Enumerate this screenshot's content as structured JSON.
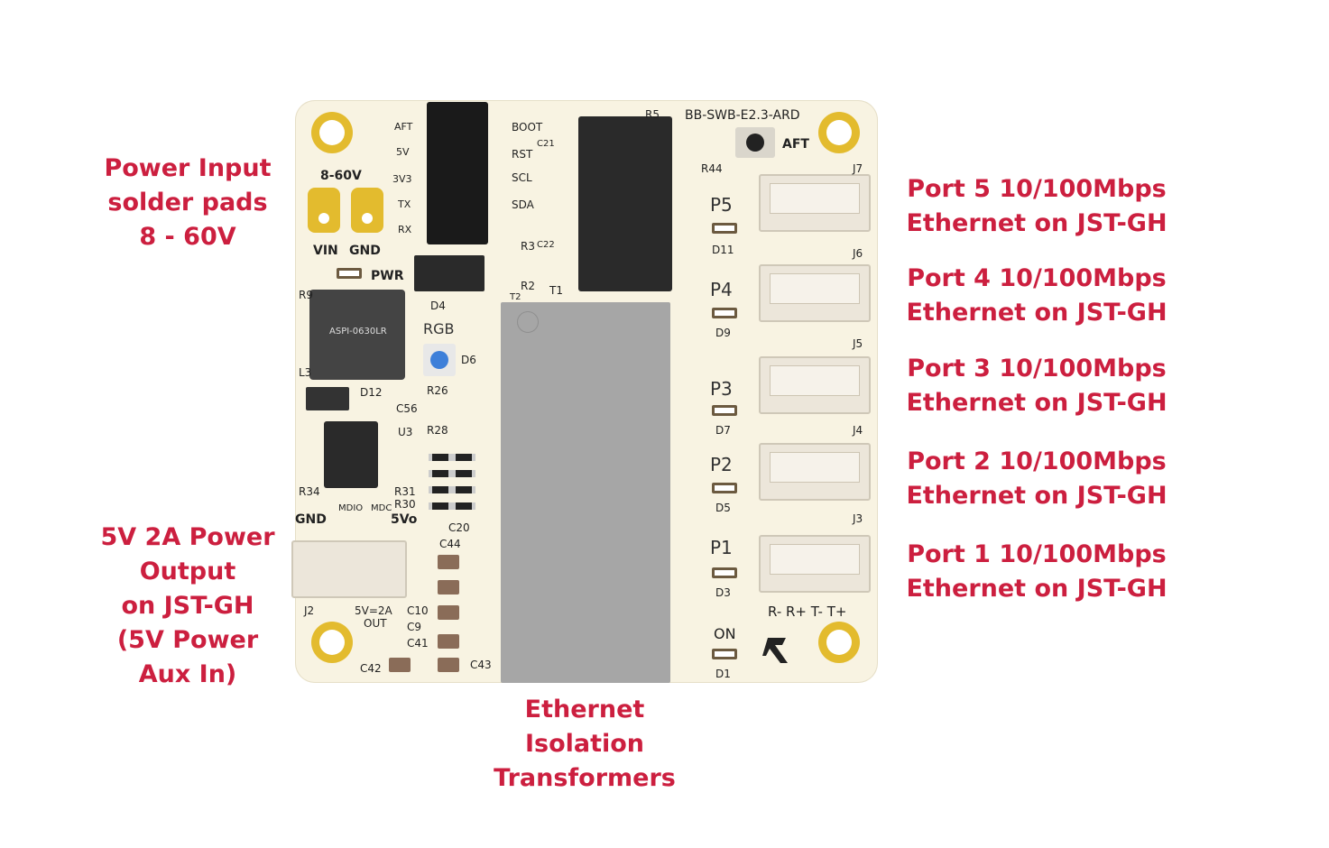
{
  "callouts": {
    "power_input": [
      "Power Input",
      "solder pads",
      "8 - 60V"
    ],
    "power_output": [
      "5V 2A Power",
      "Output",
      "on JST-GH",
      "(5V Power",
      "Aux In)"
    ],
    "transformers": [
      "Ethernet",
      "Isolation",
      "Transformers"
    ],
    "ports": [
      {
        "line1": "Port 5 10/100Mbps",
        "line2": "Ethernet on JST-GH"
      },
      {
        "line1": "Port 4 10/100Mbps",
        "line2": "Ethernet on JST-GH"
      },
      {
        "line1": "Port 3 10/100Mbps",
        "line2": "Ethernet on JST-GH"
      },
      {
        "line1": "Port 2 10/100Mbps",
        "line2": "Ethernet on JST-GH"
      },
      {
        "line1": "Port 1 10/100Mbps",
        "line2": "Ethernet on JST-GH"
      }
    ]
  },
  "board": {
    "name": "BB-SWB-E2.3-ARD",
    "inductor_text": "ASPI-0630LR",
    "silkscreen": {
      "voltage": "8-60V",
      "vin": "VIN",
      "gnd": "GND",
      "pwr": "PWR",
      "rgb": "RGB",
      "aft": "AFT",
      "boot": "BOOT",
      "rst": "RST",
      "scl": "SCL",
      "sda": "SDA",
      "hdr_aft": "AFT",
      "hdr_5v": "5V",
      "hdr_3v3": "3V3",
      "hdr_tx": "TX",
      "hdr_rx": "RX",
      "j2_gnd": "GND",
      "mdio": "MDIO",
      "mdc": "MDC",
      "out_5v": "5Vo",
      "out_label1": "5V=2A",
      "out_label2": "OUT",
      "on": "ON",
      "pinout": "R- R+ T- T+",
      "p5": "P5",
      "p4": "P4",
      "p3": "P3",
      "p2": "P2",
      "p1": "P1",
      "d11": "D11",
      "d9": "D9",
      "d7": "D7",
      "d5": "D5",
      "d3": "D3",
      "d1": "D1",
      "j7": "J7",
      "j6": "J6",
      "j5": "J5",
      "j4": "J4",
      "j3": "J3",
      "j2": "J2",
      "d4": "D4",
      "d6": "D6",
      "d12": "D12",
      "u3": "U3",
      "l3": "L3",
      "r9": "R9",
      "r44": "R44",
      "r5": "R5",
      "r3": "R3",
      "r2": "R2",
      "t1": "T1",
      "t2": "T2",
      "c21": "C21",
      "c22": "C22",
      "r26": "R26",
      "r28": "R28",
      "c56": "C56",
      "r34": "R34",
      "r31": "R31",
      "r30": "R30",
      "c20": "C20",
      "c44": "C44",
      "c10": "C10",
      "c9": "C9",
      "c41": "C41",
      "c42": "C42",
      "c43": "C43"
    }
  },
  "colors": {
    "callout": "#cc1f3f",
    "board": "#f8f3e2",
    "pad": "#e3bb2e",
    "chip": "#2a2a2a",
    "transformer": "#a6a6a6",
    "rgb_led": "#3d7fd9"
  }
}
